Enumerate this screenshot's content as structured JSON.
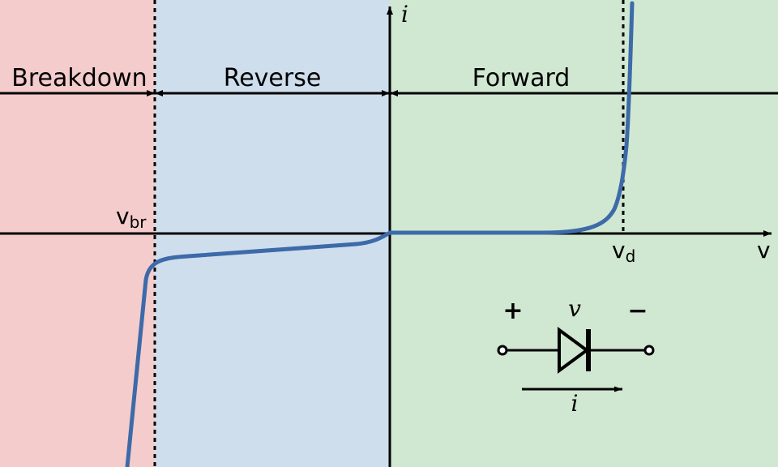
{
  "regions": [
    {
      "id": "breakdown",
      "label": "Breakdown",
      "color": "#f4cccc"
    },
    {
      "id": "reverse",
      "label": "Reverse",
      "color": "#cfdeec"
    },
    {
      "id": "forward",
      "label": "Forward",
      "color": "#d0e7d2"
    }
  ],
  "axes": {
    "x_label": "v",
    "y_label": "i",
    "v_br": {
      "main": "v",
      "sub": "br"
    },
    "v_d": {
      "main": "v",
      "sub": "d"
    }
  },
  "curve_color": "#3d6aa8",
  "diode_symbol": {
    "plus": "+",
    "minus": "−",
    "voltage": "v",
    "current": "i"
  }
}
